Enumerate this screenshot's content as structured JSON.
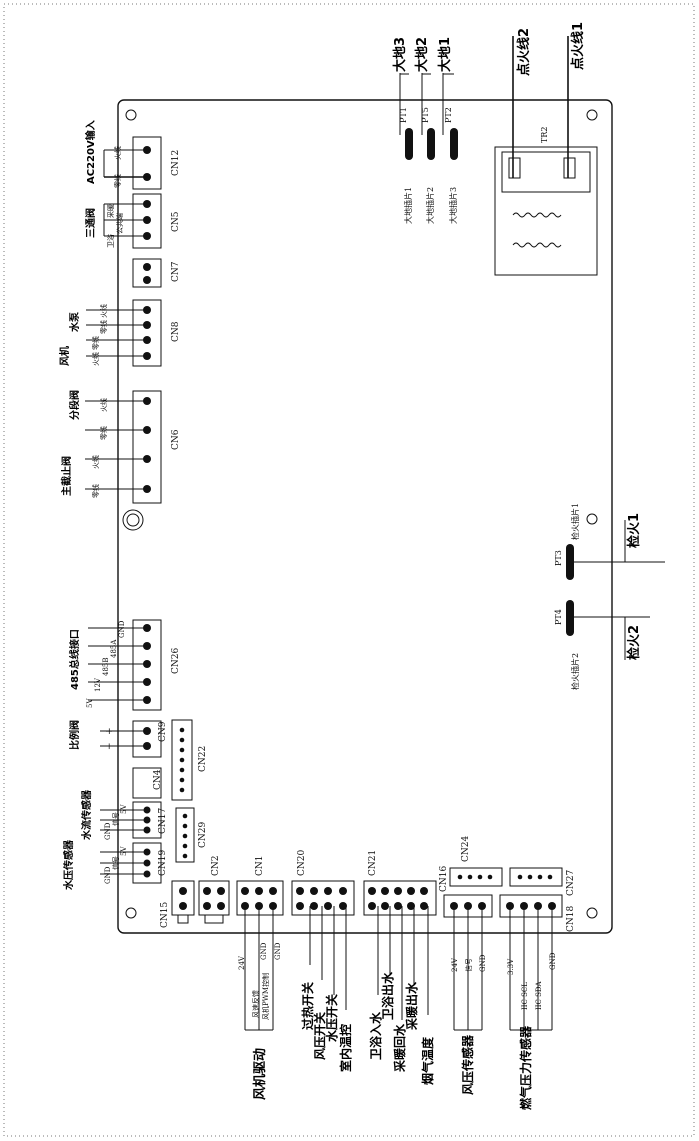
{
  "top_labels": {
    "ground3": "大地3",
    "ground2": "大地2",
    "ground1": "大地1",
    "ignite2": "点火线2",
    "ignite1": "点火线1"
  },
  "pt_labels": {
    "pt1": "PT1",
    "pt5": "PT5",
    "pt2": "PT2",
    "pt3": "PT3",
    "pt4": "PT4",
    "tr2": "TR2"
  },
  "tab_labels": {
    "ground_tab1": "大地插片1",
    "ground_tab2": "大地插片2",
    "ground_tab3": "大地插片3",
    "detect_tab1": "检火插片1",
    "detect_tab2": "检火插片2"
  },
  "right_labels": {
    "detect1": "检火1",
    "detect2": "检火2"
  },
  "connectors": {
    "cn12": "CN12",
    "cn5": "CN5",
    "cn7": "CN7",
    "cn8": "CN8",
    "cn6": "CN6",
    "cn26": "CN26",
    "cn9": "CN9",
    "cn22": "CN22",
    "cn4": "CN4",
    "cn17": "CN17",
    "cn29": "CN29",
    "cn19": "CN19",
    "cn15": "CN15",
    "cn2": "CN2",
    "cn1": "CN1",
    "cn20": "CN20",
    "cn21": "CN21",
    "cn16": "CN16",
    "cn24": "CN24",
    "cn27": "CN27",
    "cn18": "CN18"
  },
  "left_groups": {
    "ac220": "AC220V输入",
    "ac220_pins": [
      "火线",
      "零线"
    ],
    "three_way": "三通阀",
    "three_way_pins": [
      "采暖",
      "公共端",
      "卫浴"
    ],
    "pump": "水泵",
    "pump_pins": [
      "火线",
      "零线"
    ],
    "fan": "风机",
    "fan_pins": [
      "零线",
      "火线"
    ],
    "split_valve": "分段阀",
    "split_pins": [
      "火线",
      "零线"
    ],
    "main_valve": "主截止阀",
    "main_pins": [
      "火线",
      "零线"
    ],
    "bus485": "485总线接口",
    "bus485_pins": [
      "GND",
      "485A",
      "485B",
      "12V",
      "5V"
    ],
    "prop_valve": "比例阀",
    "prop_pins": [
      "+",
      "−"
    ],
    "flow_sensor": "水流传感器",
    "flow_pins": [
      "5V",
      "信号",
      "GND"
    ],
    "wp_sensor": "水压传感器",
    "wp_pins": [
      "5V",
      "信号",
      "GND"
    ]
  },
  "bottom_pins": {
    "cn1": [
      "24V",
      "风速反馈",
      "风机PWM控制",
      "GND",
      "GND"
    ],
    "cn16": [
      "24V",
      "信号",
      "GND"
    ],
    "cn18": [
      "3.3V",
      "IIC SCL",
      "IIC SDA",
      "GND"
    ]
  },
  "bottom_labels": {
    "fan_drive": "风机驱动",
    "overheat": "过热开关",
    "wind_switch": "风压开关",
    "water_switch": "水压开关",
    "room_temp": "室内温控",
    "bath_in": "卫浴入水",
    "bath_out": "卫浴出水",
    "heat_return": "采暖回水",
    "heat_out": "采暖出水",
    "flue_temp": "烟气温度",
    "wind_sensor": "风压传感器",
    "gas_sensor": "燃气压力传感器"
  }
}
